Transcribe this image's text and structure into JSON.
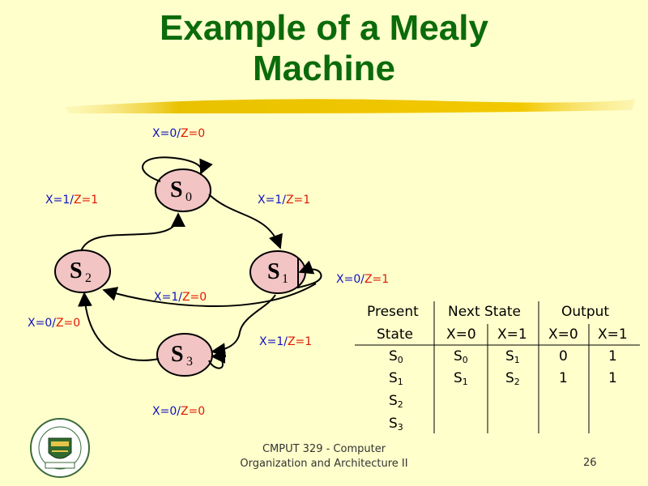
{
  "title": {
    "line1": "Example of a Mealy",
    "line2": "Machine"
  },
  "states": [
    {
      "name": "S",
      "sub": "0"
    },
    {
      "name": "S",
      "sub": "1"
    },
    {
      "name": "S",
      "sub": "2"
    },
    {
      "name": "S",
      "sub": "3"
    }
  ],
  "transitions": [
    {
      "from": "S0",
      "to": "S0",
      "x": "X=0/",
      "z": "Z=0"
    },
    {
      "from": "S0",
      "to": "S1",
      "x": "X=1/",
      "z": "Z=1"
    },
    {
      "from": "S2",
      "to": "S0",
      "x": "X=1/",
      "z": "Z=1"
    },
    {
      "from": "S1",
      "to": "S1",
      "x": "X=0/",
      "z": "Z=1"
    },
    {
      "from": "S1",
      "to": "S2",
      "x": "X=1/",
      "z": "Z=0"
    },
    {
      "from": "S3",
      "to": "S2",
      "x": "X=0/",
      "z": "Z=0"
    },
    {
      "from": "S1",
      "to": "S3",
      "x": "X=1/",
      "z": "Z=1"
    },
    {
      "from": "S3",
      "to": "S3",
      "x": "X=0/",
      "z": "Z=0"
    }
  ],
  "table": {
    "headers": {
      "present_1": "Present",
      "present_2": "State",
      "next": "Next State",
      "output": "Output",
      "x0": "X=0",
      "x1": "X=1"
    },
    "rows": [
      {
        "present": [
          "S",
          "0"
        ],
        "next0": [
          "S",
          "0"
        ],
        "next1": [
          "S",
          "1"
        ],
        "out0": "0",
        "out1": "1"
      },
      {
        "present": [
          "S",
          "1"
        ],
        "next0": [
          "S",
          "1"
        ],
        "next1": [
          "S",
          "2"
        ],
        "out0": "1",
        "out1": "1"
      },
      {
        "present": [
          "S",
          "2"
        ]
      },
      {
        "present": [
          "S",
          "3"
        ]
      }
    ]
  },
  "footer": {
    "line1": "CMPUT 329 - Computer",
    "line2": "Organization and Architecture II"
  },
  "page_number": "26",
  "colors": {
    "title": "#0b6b0b",
    "background": "#ffffcc",
    "state_fill": "#f2c4c4",
    "input_label": "#1010c0",
    "output_label": "#e01800"
  }
}
